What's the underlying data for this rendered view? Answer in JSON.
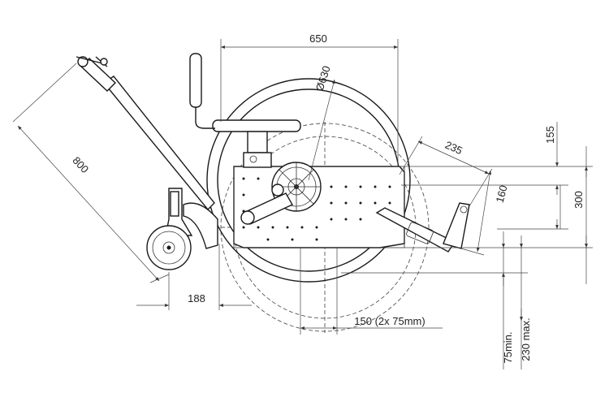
{
  "dimensions": {
    "width_top": "650",
    "wheel_diameter": "Ø630",
    "diagonal_left": "800",
    "bottom_left": "188",
    "footrest_diag": "235",
    "footrest_short": "160",
    "right_155": "155",
    "right_300": "300",
    "step_150": "150 (2x 75mm)",
    "ground_min": "75min.",
    "ground_max": "230 max."
  }
}
